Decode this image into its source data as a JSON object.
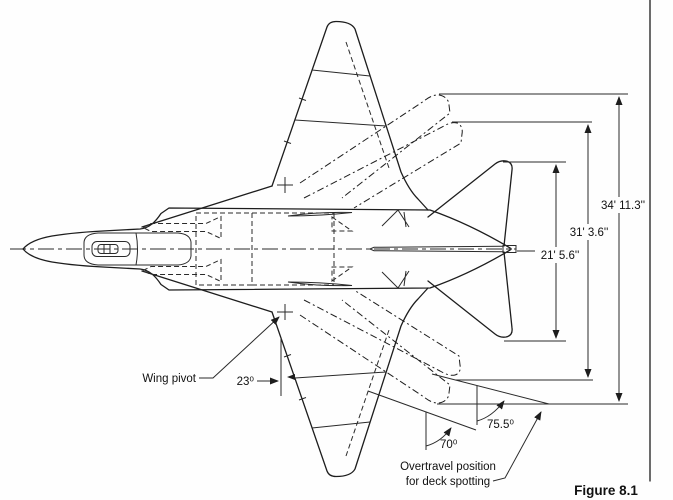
{
  "figure": {
    "caption": "Figure 8.1"
  },
  "dimensions": {
    "outer": {
      "label": "34' 11.3''"
    },
    "mid": {
      "label": "31' 3.6''"
    },
    "tail": {
      "label": "21' 5.6''"
    }
  },
  "angles": {
    "spread_sweep": {
      "label": "23⁰"
    },
    "aft_sweep": {
      "label": "70⁰"
    },
    "overtravel_sweep": {
      "label": "75.5⁰"
    }
  },
  "callouts": {
    "wing_pivot": {
      "label": "Wing pivot"
    },
    "overtravel": {
      "line1": "Overtravel position",
      "line2": "for deck spotting"
    }
  },
  "drawing": {
    "ink_color": "#1d1d1d",
    "paper_color": "#fefefe"
  }
}
